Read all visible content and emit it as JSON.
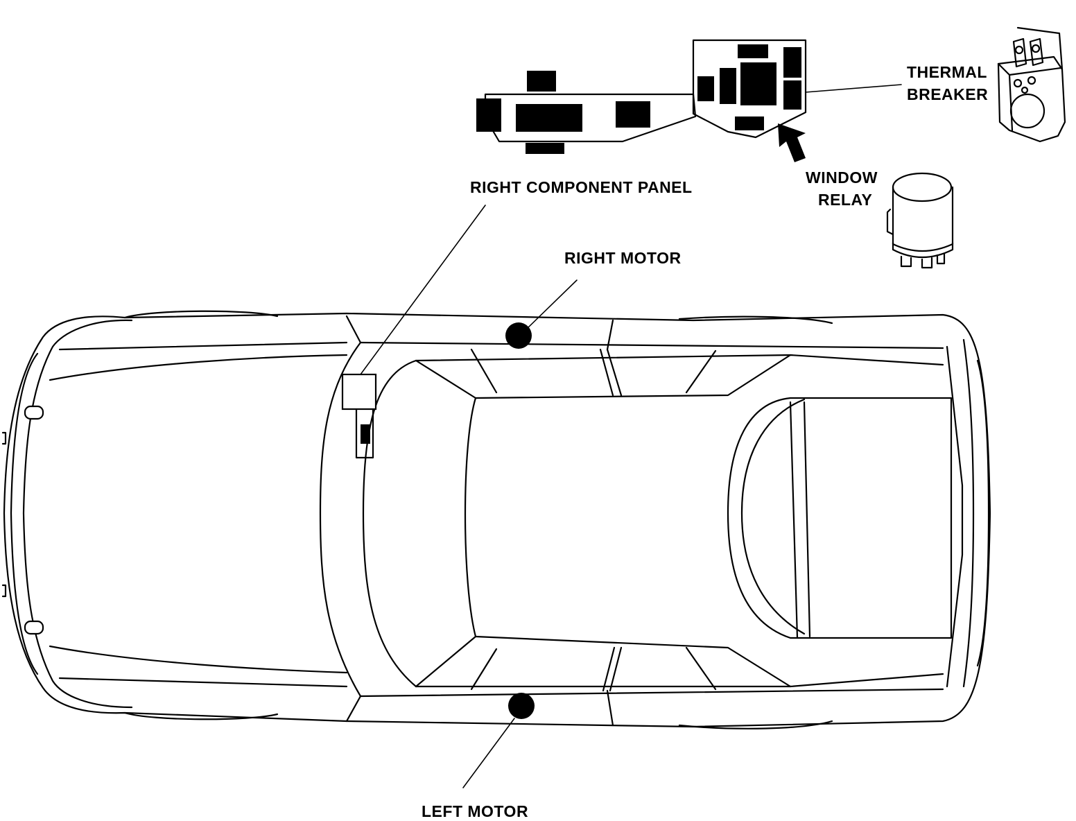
{
  "labels": {
    "thermal_breaker_line1": "THERMAL",
    "thermal_breaker_line2": "BREAKER",
    "window_relay_line1": "WINDOW",
    "window_relay_line2": "RELAY",
    "right_component_panel": "RIGHT COMPONENT PANEL",
    "right_motor": "RIGHT MOTOR",
    "left_motor": "LEFT MOTOR"
  },
  "colors": {
    "ink": "#000000",
    "paper": "#ffffff"
  }
}
